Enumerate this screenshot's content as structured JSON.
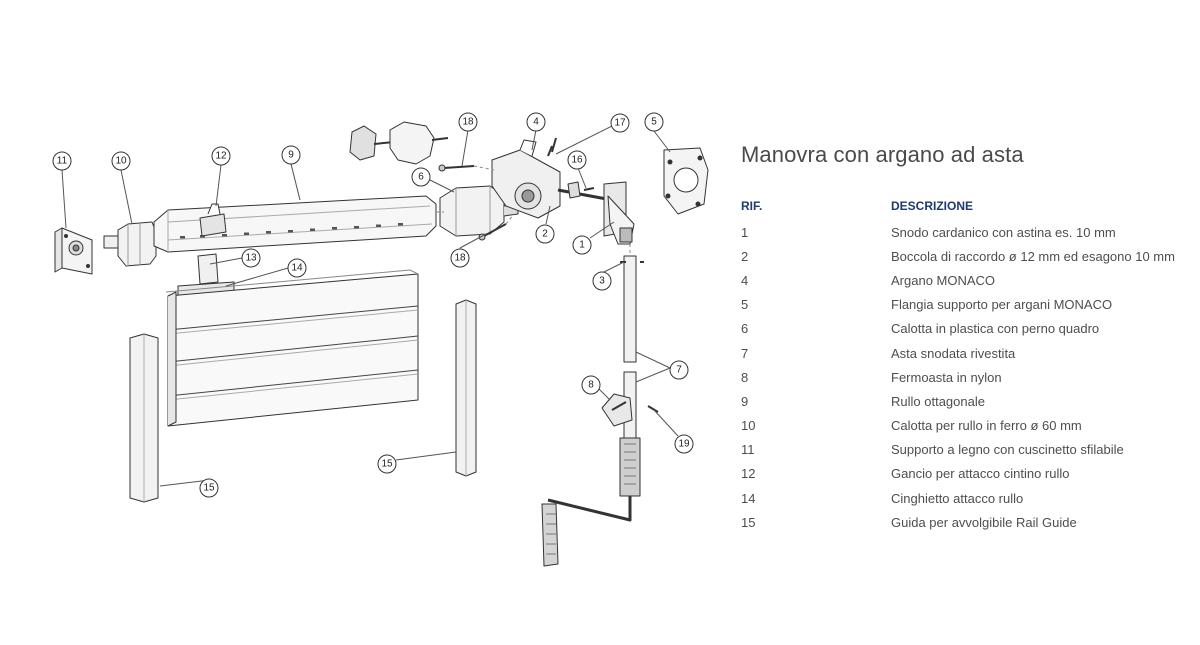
{
  "title": "Manovra con argano ad asta",
  "table": {
    "headers": [
      "RIF.",
      "DESCRIZIONE"
    ],
    "rows": [
      {
        "ref": "1",
        "desc": "Snodo cardanico con astina es. 10 mm"
      },
      {
        "ref": "2",
        "desc": "Boccola di raccordo ø 12 mm ed esagono 10 mm"
      },
      {
        "ref": "4",
        "desc": "Argano MONACO"
      },
      {
        "ref": "5",
        "desc": "Flangia supporto per argani MONACO"
      },
      {
        "ref": "6",
        "desc": "Calotta in plastica con perno quadro"
      },
      {
        "ref": "7",
        "desc": "Asta snodata rivestita"
      },
      {
        "ref": "8",
        "desc": "Fermoasta in nylon"
      },
      {
        "ref": "9",
        "desc": "Rullo ottagonale"
      },
      {
        "ref": "10",
        "desc": "Calotta per rullo in ferro ø 60 mm"
      },
      {
        "ref": "11",
        "desc": "Supporto a legno con cuscinetto sfilabile"
      },
      {
        "ref": "12",
        "desc": "Gancio per attacco cintino rullo"
      },
      {
        "ref": "14",
        "desc": "Cinghietto attacco rullo"
      },
      {
        "ref": "15",
        "desc": "Guida per avvolgibile Rail Guide"
      }
    ]
  },
  "callouts": [
    {
      "label": "11"
    },
    {
      "label": "10"
    },
    {
      "label": "12"
    },
    {
      "label": "9"
    },
    {
      "label": "13"
    },
    {
      "label": "14"
    },
    {
      "label": "18"
    },
    {
      "label": "18"
    },
    {
      "label": "6"
    },
    {
      "label": "4"
    },
    {
      "label": "17"
    },
    {
      "label": "16"
    },
    {
      "label": "5"
    },
    {
      "label": "2"
    },
    {
      "label": "1"
    },
    {
      "label": "3"
    },
    {
      "label": "7"
    },
    {
      "label": "8"
    },
    {
      "label": "19"
    },
    {
      "label": "15"
    },
    {
      "label": "15"
    }
  ]
}
